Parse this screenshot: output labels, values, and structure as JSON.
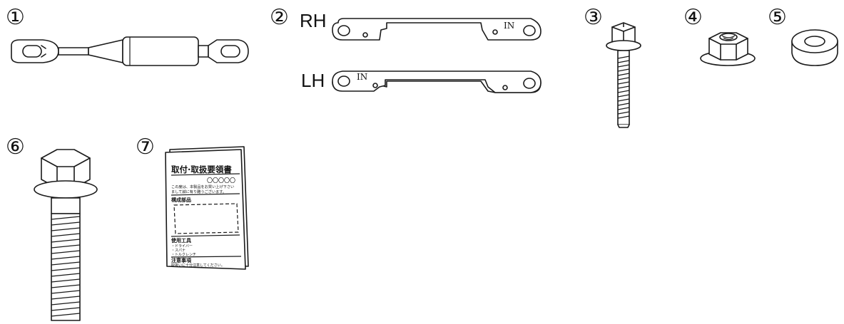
{
  "parts": [
    {
      "number": "①",
      "icon": "gas-strut-icon"
    },
    {
      "number": "②",
      "icon": "bracket-plate-icon",
      "variants": [
        {
          "side": "RH",
          "mark": "IN"
        },
        {
          "side": "LH",
          "mark": "IN"
        }
      ]
    },
    {
      "number": "③",
      "icon": "flange-bolt-icon"
    },
    {
      "number": "④",
      "icon": "flange-nut-icon"
    },
    {
      "number": "⑤",
      "icon": "collar-spacer-icon"
    },
    {
      "number": "⑥",
      "icon": "long-flange-bolt-icon"
    },
    {
      "number": "⑦",
      "icon": "instruction-manual-icon"
    }
  ],
  "manual": {
    "title": "取付·取扱要領書",
    "model_code": "〇〇〇〇〇",
    "intro_line1": "この度は、本製品をお買い上げ下さい",
    "intro_line2": "まして誠に有り難うございます。",
    "section_parts": "構成部品",
    "section_tools": "使用工具",
    "tool1": "・ドライバー",
    "tool2": "・スパナ",
    "tool3": "・トルクレンチ",
    "section_caution": "注意事項",
    "caution_text": "取扱いに十分注意してください。"
  }
}
